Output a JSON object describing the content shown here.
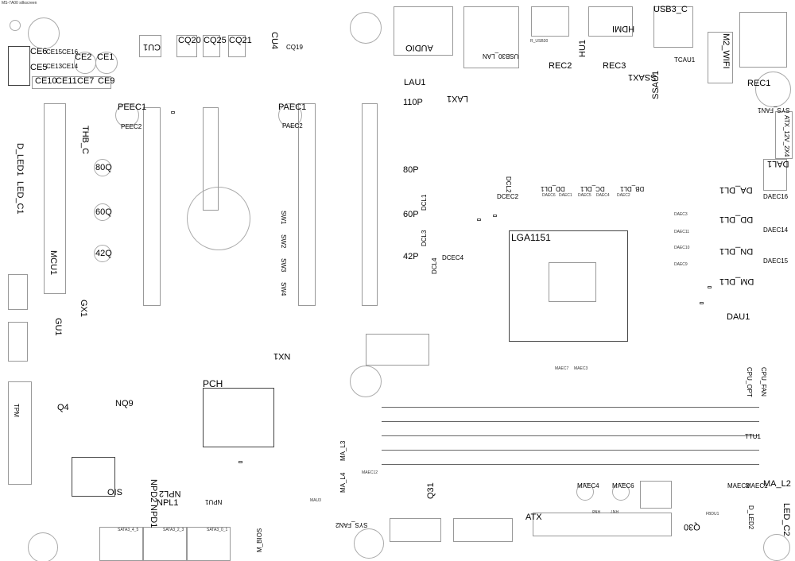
{
  "header": "MS-7A00 silkscreen",
  "labels": {
    "CE6": "CE6",
    "CE15": "CE15",
    "CE16": "CE16",
    "CE2": "CE2",
    "CE1": "CE1",
    "CE5": "CE5",
    "CE13": "CE13",
    "CE14": "CE14",
    "CE10": "CE10",
    "CE11": "CE11",
    "CE7": "CE7",
    "CE9": "CE9",
    "CU1": "CU1",
    "CQ20": "CQ20",
    "CQ25": "CQ25",
    "CQ21": "CQ21",
    "CU4": "CU4",
    "CQ19": "CQ19",
    "PEEC1": "PEEC1",
    "PEEC2": "PEEC2",
    "PAEC1": "PAEC1",
    "PAEC2": "PAEC2",
    "THB_C": "THB_C",
    "Q80": "80Q",
    "Q60": "60Q",
    "Q42": "42Q",
    "D_LED1": "D_LED1",
    "LED_C1": "LED_C1",
    "MCU1": "MCU1",
    "GX1": "GX1",
    "GU1": "GU1",
    "Q4": "Q4",
    "NQ9": "NQ9",
    "TPM": "TPM",
    "PCH": "PCH",
    "NX1": "NX1",
    "OIS": "OIS",
    "NPD2": "NPD2",
    "NPD1": "NPD1",
    "NPL2": "NPL2",
    "NPL1": "NPL1",
    "NPU1": "NPU1",
    "SATA45": "SATA3_4_5",
    "SATA23": "SATA3_2_3",
    "SATA01": "SATA3_0_1",
    "M_BIOS": "M_BIOS",
    "SYS_FAN2": "SYS_FAN2",
    "MA_L3": "MA_L3",
    "MA_L4": "MA_L4",
    "MAU3": "MAU3",
    "MAEC12": "MAEC12",
    "SW1": "SW1",
    "SW2": "SW2",
    "SW3": "SW3",
    "SW4": "SW4",
    "AUDIO": "AUDIO",
    "USB30_LAN": "USB30_LAN",
    "R_USB30": "R_USB30",
    "HDMI": "HDMI",
    "USB3_C": "USB3_C",
    "HU1": "HU1",
    "REC2": "REC2",
    "REC3": "REC3",
    "TCAU1": "TCAU1",
    "SSAX1": "SSAX1",
    "SSAU1": "SSAU1",
    "M2_WIFI": "M2_WIFI",
    "REC1": "REC1",
    "SYS_FAN1": "SYS_FAN1",
    "ATX_12V": "ATX_12V_2X4",
    "LAU1": "LAU1",
    "P110": "110P",
    "LAX1": "LAX1",
    "P80": "80P",
    "P60": "60P",
    "P42": "42P",
    "DCL1": "DCL1",
    "DCL2": "DCL2",
    "DCL3": "DCL3",
    "DCL4": "DCL4",
    "DCEC2": "DCEC2",
    "DCEC4": "DCEC4",
    "LGA1151": "LGA1151",
    "DA_DL1": "DA_DL1",
    "DAEC16": "DAEC16",
    "DAL1": "DAL1",
    "DD_DL1R": "DD_DL1",
    "DAEC14": "DAEC14",
    "DN_DL1": "DN_DL1",
    "DAEC15": "DAEC15",
    "DM_DL1": "DM_DL1",
    "DAU1": "DAU1",
    "DAEC3": "DAEC3",
    "DAEC11": "DAEC11",
    "DAEC10": "DAEC10",
    "DAEC9": "DAEC9",
    "DD_DL1": "DD_DL1",
    "DAEC6": "DAEC6",
    "DAEC1": "DAEC1",
    "DC_DL1": "DC_DL1",
    "DAEC5": "DAEC5",
    "DAEC4": "DAEC4",
    "DB_DL1": "DB_DL1",
    "DAEC2": "DAEC2",
    "CPU_OPT": "CPU_OPT",
    "CPU_FAN": "CPU_FAN",
    "MAEC7": "MAEC7",
    "MAEC3": "MAEC3",
    "Q31": "Q31",
    "MAEC4": "MAEC4",
    "MAEC6": "MAEC6",
    "MAEC2": "MAEC2",
    "MAEC1": "MAEC1",
    "MA_L2": "MA_L2",
    "LED_C2": "LED_C2",
    "D_LED2": "D_LED2",
    "ATX": "ATX",
    "Q30": "Q30",
    "TTU1": "TTU1",
    "FBDU1": "FBDU1",
    "RN8": "RN8",
    "RN7": "RN7"
  }
}
